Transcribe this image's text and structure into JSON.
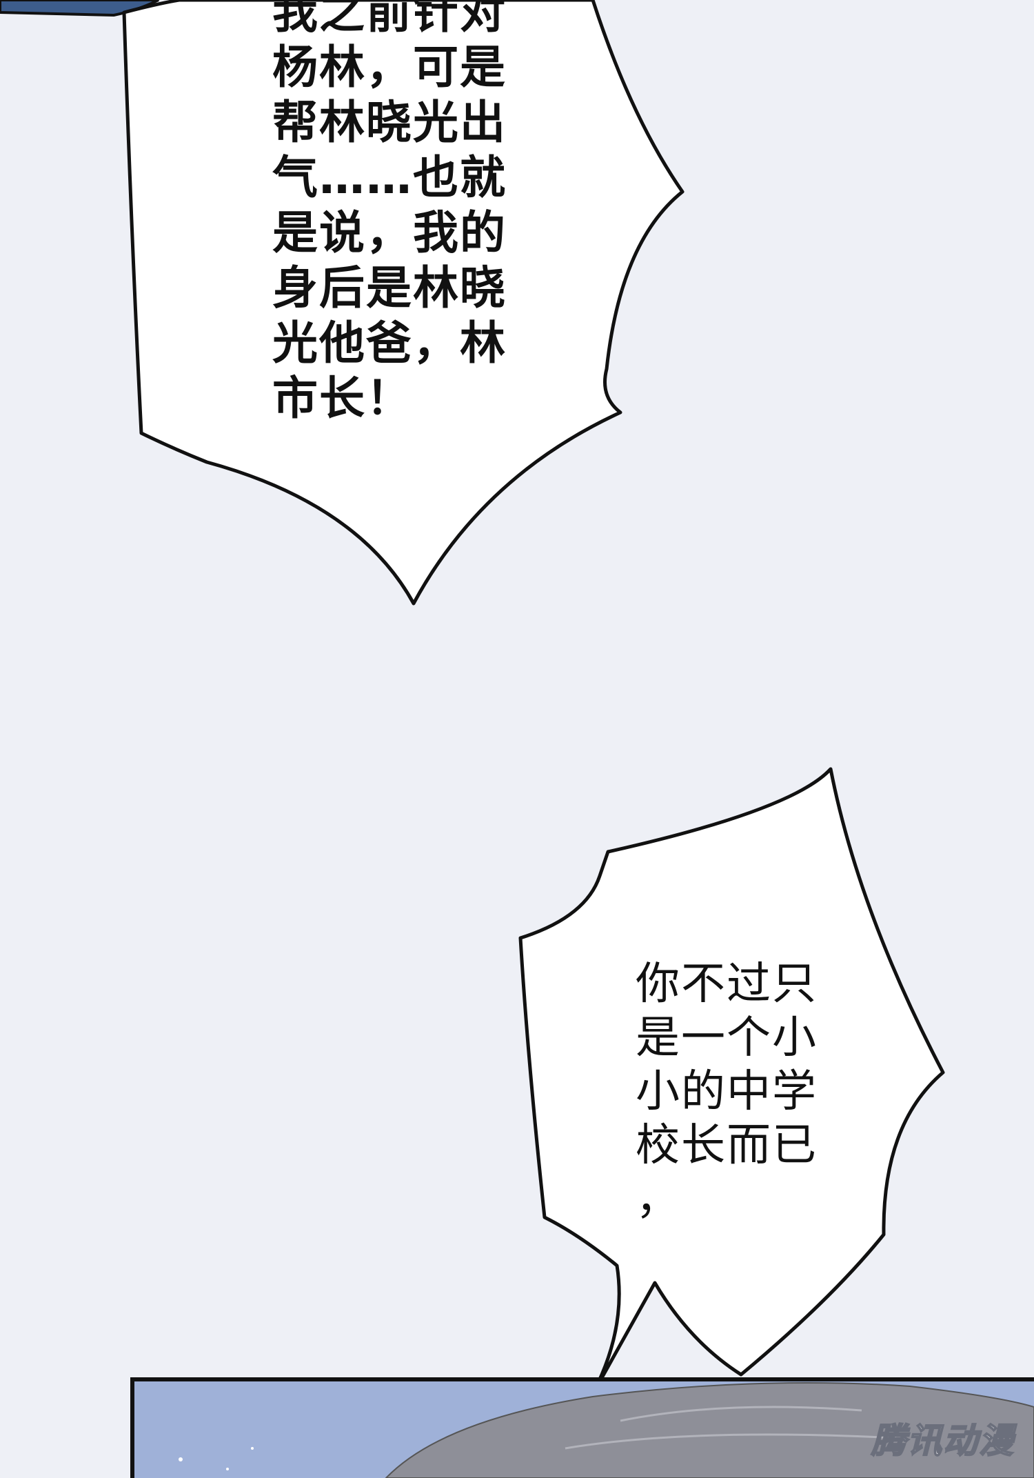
{
  "panel": {
    "bubble_top_text": "我之前针对\n杨林，可是\n帮林晓光出\n气……也就\n是说，我的\n身后是林晓\n光他爸，林\n市长！",
    "bubble_bottom_text": "你不过只\n是一个小\n小的中学\n校长而已\n，",
    "watermark": "腾讯动漫"
  },
  "colors": {
    "background": "#eef0f6",
    "bubble_fill": "#ffffff",
    "bubble_stroke": "#111111",
    "panel_blue": "#9fb1d8",
    "hair_gray": "#8e8f98"
  }
}
